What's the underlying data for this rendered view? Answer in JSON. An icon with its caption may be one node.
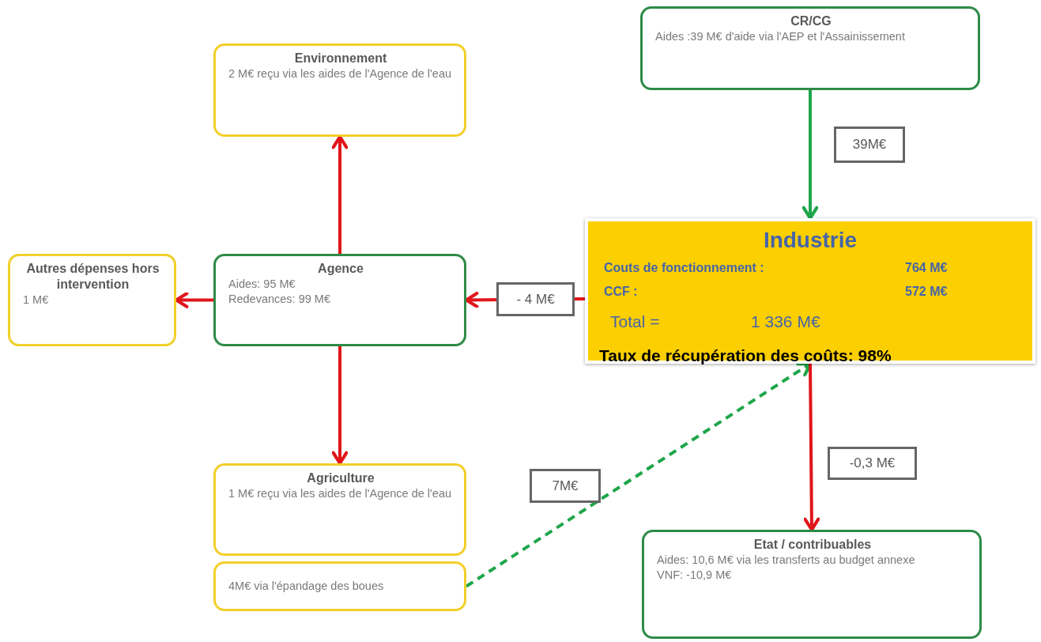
{
  "diagram": {
    "nodes": [
      {
        "text": [
          "CR/CG",
          "Aides :39 M€ d'aide via l'AEP et l'Assainissement"
        ]
      },
      {
        "text": [
          "Environnement",
          "2 M€ reçu via les aides de l'Agence de l'eau"
        ]
      },
      {
        "text": [
          "Autres dépenses hors intervention",
          "1 M€"
        ]
      },
      {
        "text": [
          "Agence",
          "Aides: 95 M€",
          "Redevances:  99 M€"
        ]
      },
      {
        "text": [
          "Industrie",
          "Couts de fonctionnement :",
          "764 M€",
          "CCF :",
          "572 M€",
          "Total =",
          "1 336 M€",
          "Taux de récupération des coûts: 98%"
        ]
      },
      {
        "text": [
          "Agriculture",
          "1 M€ reçu via les aides de l'Agence de l'eau"
        ]
      },
      {
        "text": [
          "4M€ via l'épandage des boues"
        ]
      },
      {
        "text": [
          "Etat / contribuables",
          "Aides: 10,6 M€ via les transferts au budget annexe",
          "VNF: -10,9 M€"
        ]
      }
    ],
    "edges": [
      {
        "from": 0,
        "to": 4,
        "arrow": "to",
        "label": "39M€",
        "color": "#1fa64a"
      },
      {
        "from": 4,
        "to": 3,
        "arrow": "to",
        "label": "- 4 M€"
      },
      {
        "from": 3,
        "to": 1,
        "arrow": "to"
      },
      {
        "from": 3,
        "to": 2,
        "arrow": "to"
      },
      {
        "from": 3,
        "to": 5,
        "arrow": "to"
      },
      {
        "from": 6,
        "to": 4,
        "arrow": "to",
        "label": "7M€",
        "style": "dashed",
        "color": "#1fa64a"
      },
      {
        "from": 4,
        "to": 7,
        "arrow": "to",
        "label": "-0,3 M€"
      }
    ]
  }
}
